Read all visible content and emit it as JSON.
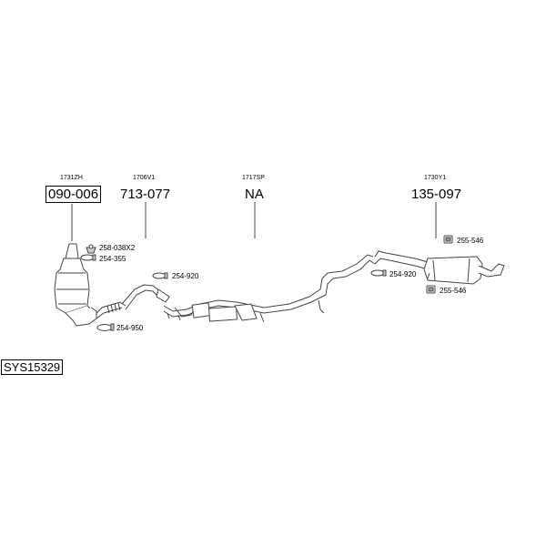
{
  "groups": [
    {
      "code": "1731ZH",
      "number": "090-006"
    },
    {
      "code": "1706V1",
      "number": "713-077"
    },
    {
      "code": "1717SP",
      "number": "NA"
    },
    {
      "code": "1730Y1",
      "number": "135-097"
    }
  ],
  "parts": {
    "p258_038x2": "258-038X2",
    "p254_355": "254-355",
    "p254_920_a": "254-920",
    "p254_950": "254-950",
    "p254_920_b": "254-920",
    "p255_546_a": "255-546",
    "p255_546_b": "255-546"
  },
  "system_id": "SYS15329"
}
